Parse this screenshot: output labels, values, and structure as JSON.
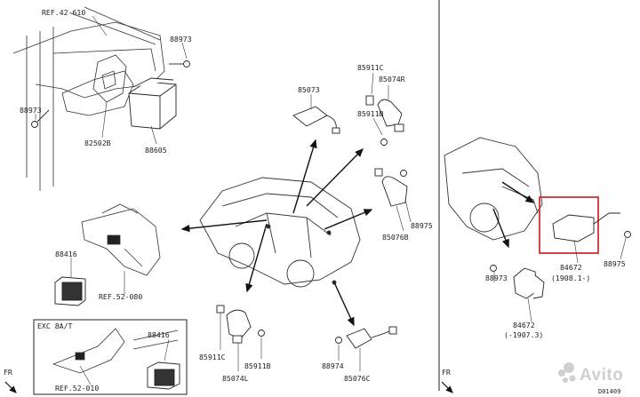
{
  "labels": {
    "ref_42_610": "REF.42-610",
    "p88973_a": "88973",
    "p88973_b": "88973",
    "p82502b": "82502B",
    "p88605": "88605",
    "p85073": "85073",
    "p85911c_a": "85911C",
    "p85074r": "85074R",
    "p85911b_a": "85911B",
    "p88975_a": "88975",
    "p85076b": "85076B",
    "p88416_a": "88416",
    "ref_52_080": "REF.52-080",
    "exc": "EXC 8A/T",
    "p88416_b": "88416",
    "ref_52_010": "REF.52-010",
    "p85911c_b": "85911C",
    "p85911b_b": "85911B",
    "p85074l": "85074L",
    "p88974": "88974",
    "p85076c": "85076C",
    "p84672_a": "84672",
    "p84672_a_date": "(1908.1-)",
    "p88975_b": "88975",
    "p88973_c": "88973",
    "p84672_b": "84672",
    "p84672_b_date": "(-1907.3)",
    "fr_left": "FR",
    "fr_right": "FR",
    "code": "D01409"
  },
  "watermark": "Avito"
}
